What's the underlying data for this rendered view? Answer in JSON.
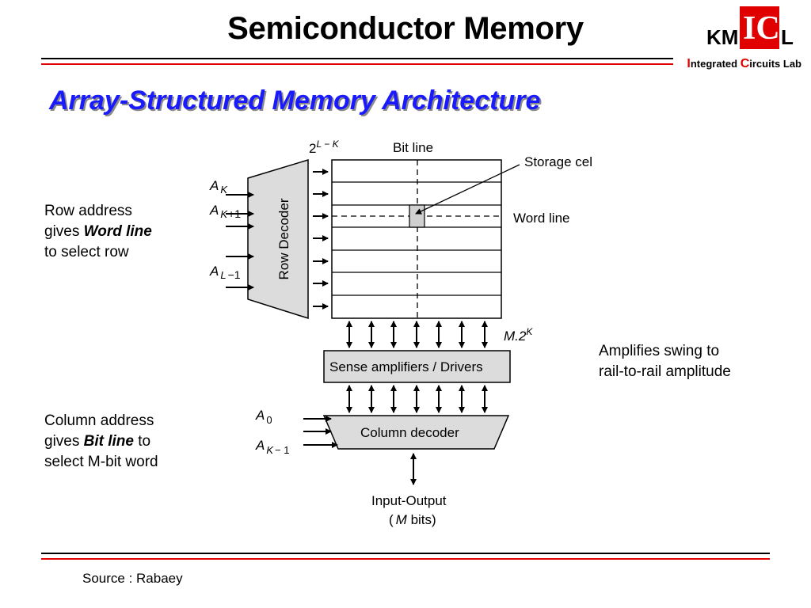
{
  "header": {
    "title": "Semiconductor Memory",
    "logo": {
      "left_text": "KM",
      "mid_text": "IC",
      "right_text": "L",
      "lab_line": {
        "i": "I",
        "ntegrated": "ntegrated ",
        "c": "C",
        "ircuits": "ircuits Lab"
      }
    }
  },
  "subtitle": "Array-Structured Memory Architecture",
  "notes": {
    "row": {
      "line1": "Row address",
      "line2_pre": "gives ",
      "line2_em": "Word line",
      "line3": "to select row"
    },
    "column": {
      "line1": "Column address",
      "line2_pre": "gives ",
      "line2_em": "Bit line",
      "line2_post": " to",
      "line3": "select M-bit word"
    },
    "amp": {
      "line1": "Amplifies swing to",
      "line2": "rail-to-rail amplitude"
    }
  },
  "diagram": {
    "top_label_base": "2",
    "top_label_exp": "L − K",
    "bit_line": "Bit line",
    "storage_cell": "Storage cel",
    "word_line": "Word line",
    "row_decoder": "Row Decoder",
    "m2k_base": "M.2",
    "m2k_exp": "K",
    "sense_amps": "Sense amplifiers / Drivers",
    "column_decoder": "Column decoder",
    "io_line1": "Input-Output",
    "io_line2_pre": "(",
    "io_line2_em": "M",
    "io_line2_post": " bits)",
    "row_addresses": [
      {
        "base": "A",
        "sub": "K"
      },
      {
        "base": "A",
        "sub": "K",
        "suffix": "+1"
      },
      {
        "base": "A",
        "sub": "L",
        "suffix": "−1"
      }
    ],
    "col_addresses": [
      {
        "base": "A",
        "sub": "0"
      },
      {
        "base": "A",
        "sub": "K",
        "suffix": "− 1"
      }
    ]
  },
  "footer": {
    "source": "Source : Rabaey"
  },
  "colors": {
    "accent_blue": "#1a1aff",
    "rule_red": "#e00000",
    "box_gray": "#dcdcdc",
    "logo_red": "#e00000"
  }
}
